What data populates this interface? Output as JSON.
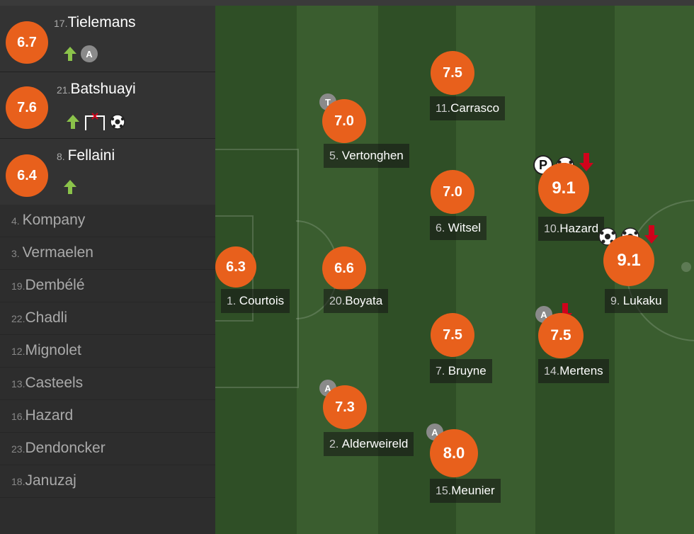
{
  "substitutes": [
    {
      "rating": "6.7",
      "number": "17.",
      "name": "Tielemans"
    },
    {
      "rating": "7.6",
      "number": "21.",
      "name": "Batshuayi"
    },
    {
      "rating": "6.4",
      "number": "8. ",
      "name": "Fellaini"
    }
  ],
  "bench": [
    {
      "number": "4. ",
      "name": "Kompany"
    },
    {
      "number": "3. ",
      "name": "Vermaelen"
    },
    {
      "number": "19.",
      "name": "Dembélé"
    },
    {
      "number": "22.",
      "name": "Chadli"
    },
    {
      "number": "12.",
      "name": "Mignolet"
    },
    {
      "number": "13.",
      "name": "Casteels"
    },
    {
      "number": "16.",
      "name": "Hazard"
    },
    {
      "number": "23.",
      "name": "Dendoncker"
    },
    {
      "number": "18.",
      "name": "Januzaj"
    }
  ],
  "players": [
    {
      "id": "courtois",
      "rating": "6.3",
      "number": "1. ",
      "name": "Courtois"
    },
    {
      "id": "boyata",
      "rating": "6.6",
      "number": "20.",
      "name": "Boyata"
    },
    {
      "id": "vertonghen",
      "rating": "7.0",
      "number": "5. ",
      "name": "Vertonghen"
    },
    {
      "id": "alderweireld",
      "rating": "7.3",
      "number": "2. ",
      "name": "Alderweireld"
    },
    {
      "id": "carrasco",
      "rating": "7.5",
      "number": "11.",
      "name": "Carrasco"
    },
    {
      "id": "witsel",
      "rating": "7.0",
      "number": "6. ",
      "name": "Witsel"
    },
    {
      "id": "bruyne",
      "rating": "7.5",
      "number": "7. ",
      "name": "Bruyne"
    },
    {
      "id": "meunier",
      "rating": "8.0",
      "number": "15.",
      "name": "Meunier"
    },
    {
      "id": "hazard",
      "rating": "9.1",
      "number": "10.",
      "name": "Hazard"
    },
    {
      "id": "lukaku",
      "rating": "9.1",
      "number": "9. ",
      "name": "Lukaku"
    },
    {
      "id": "mertens",
      "rating": "7.5",
      "number": "14.",
      "name": "Mertens"
    }
  ],
  "badges": {
    "assist": "A",
    "team": "T",
    "penalty": "P"
  },
  "colors": {
    "rating": "#e8601c",
    "sub_in": "#8bc34a",
    "sub_out": "#d0021b",
    "pitch_dark": "#2f4f26",
    "pitch_light": "#3b5e30"
  }
}
